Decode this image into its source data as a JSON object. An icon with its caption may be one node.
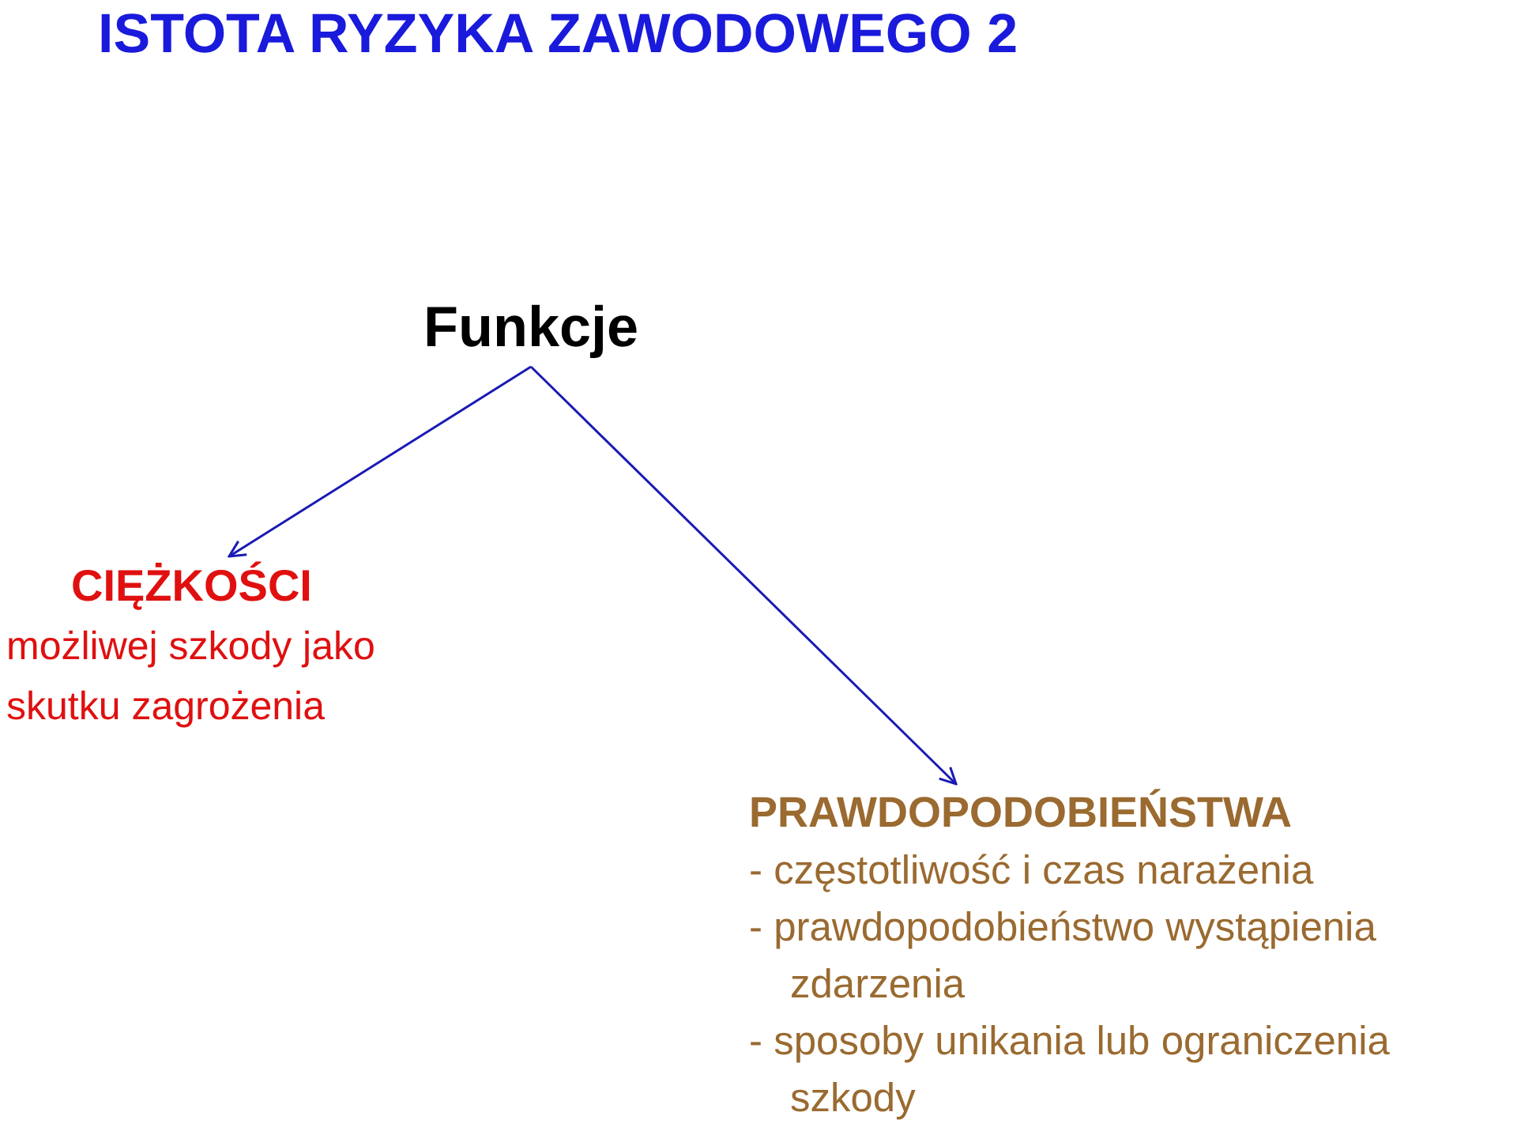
{
  "diagram": {
    "title": "ISTOTA RYZYKA ZAWODOWEGO 2",
    "nodes": [
      {
        "text": [
          "Funkcje"
        ]
      },
      {
        "text": [
          "CIĘŻKOŚCI",
          "możliwej szkody jako skutku zagrożenia"
        ]
      },
      {
        "text": [
          "PRAWDOPODOBIEŃSTWA",
          "- częstotliwość i czas narażenia",
          "- prawdopodobieństwo wystąpienia zdarzenia",
          "- sposoby unikania lub ograniczenia szkody"
        ]
      }
    ],
    "edges": [
      {
        "from": 0,
        "to": 1,
        "arrow": "to"
      },
      {
        "from": 0,
        "to": 2,
        "arrow": "to"
      }
    ]
  }
}
